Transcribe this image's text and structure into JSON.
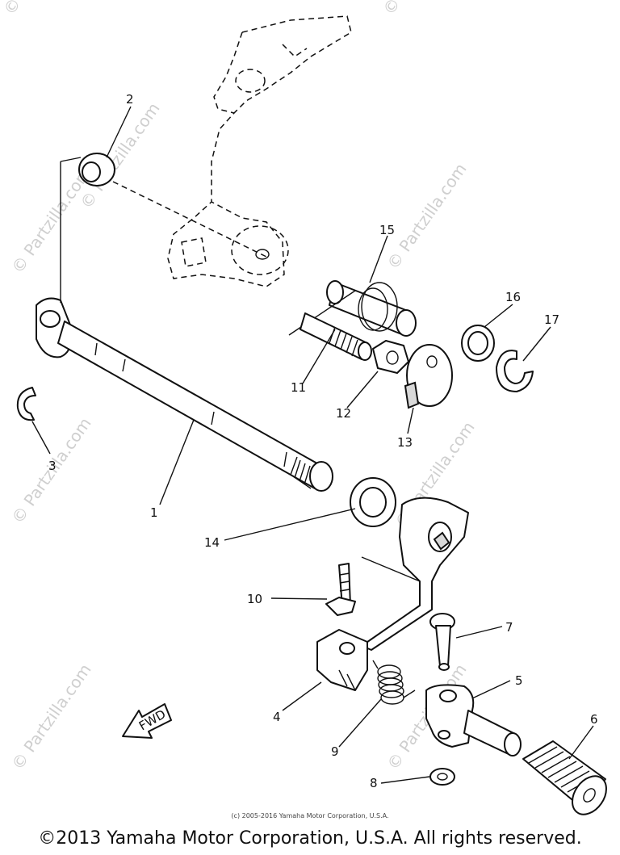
{
  "watermark": {
    "text": "© Partzilla.com",
    "color": "#cfcfcf"
  },
  "labels": {
    "p1": "1",
    "p2": "2",
    "p3": "3",
    "p4": "4",
    "p5": "5",
    "p6": "6",
    "p7": "7",
    "p8": "8",
    "p9": "9",
    "p10": "10",
    "p11": "11",
    "p12": "12",
    "p13": "13",
    "p14": "14",
    "p15": "15",
    "p16": "16",
    "p17": "17"
  },
  "fwd_label": "FWD",
  "small_copyright": "(c) 2005-2016 Yamaha Motor Corporation, U.S.A.",
  "main_copyright": "©2013 Yamaha Motor Corporation, U.S.A. All rights reserved."
}
